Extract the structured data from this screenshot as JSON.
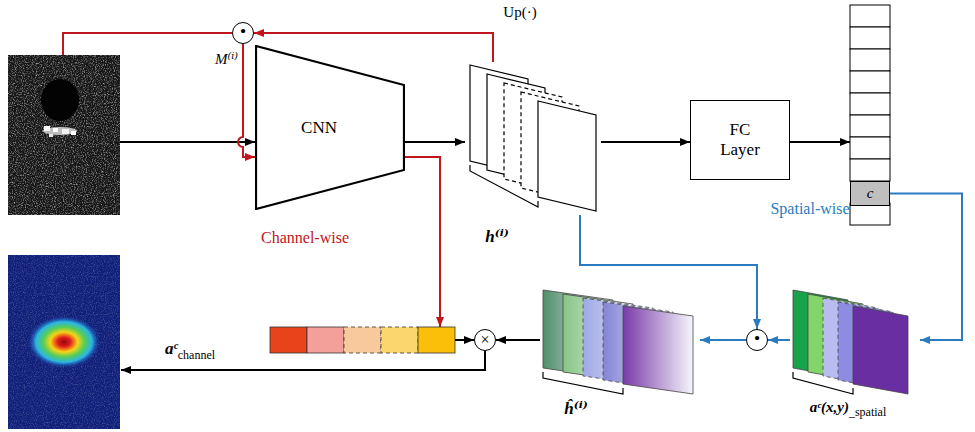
{
  "diagram": {
    "nodes": [
      {
        "text": [
          "·"
        ]
      },
      {
        "text": [
          "CNN"
        ]
      },
      {
        "text": [
          "h⁽ⁱ⁾"
        ]
      },
      {
        "text": [
          "FC Layer"
        ]
      },
      {
        "text": [
          "c"
        ]
      },
      {
        "text": [
          "aᶜ(x,y)",
          "_spatial"
        ]
      },
      {
        "text": [
          "·"
        ]
      },
      {
        "text": [
          "ĥ⁽ⁱ⁾"
        ]
      },
      {
        "text": [
          "×"
        ]
      }
    ],
    "edges": [
      {
        "from": 2,
        "to": 0,
        "arrow": "to",
        "label": "Up(·)"
      },
      {
        "from": 0,
        "to": 1,
        "arrow": "to",
        "label": "M⁽ⁱ⁾"
      },
      {
        "from": 1,
        "to": 2,
        "arrow": "to"
      },
      {
        "from": 2,
        "to": 3,
        "arrow": "to"
      },
      {
        "from": 4,
        "to": 5,
        "arrow": "to"
      },
      {
        "from": 2,
        "to": 6,
        "arrow": "to"
      },
      {
        "from": 5,
        "to": 6,
        "arrow": "to"
      },
      {
        "from": 6,
        "to": 7,
        "arrow": "to"
      },
      {
        "from": 7,
        "to": 8,
        "arrow": "to"
      }
    ],
    "labels": [
      "Channel-wise",
      "Spatial-wise",
      "aᶜ",
      "channel"
    ]
  }
}
